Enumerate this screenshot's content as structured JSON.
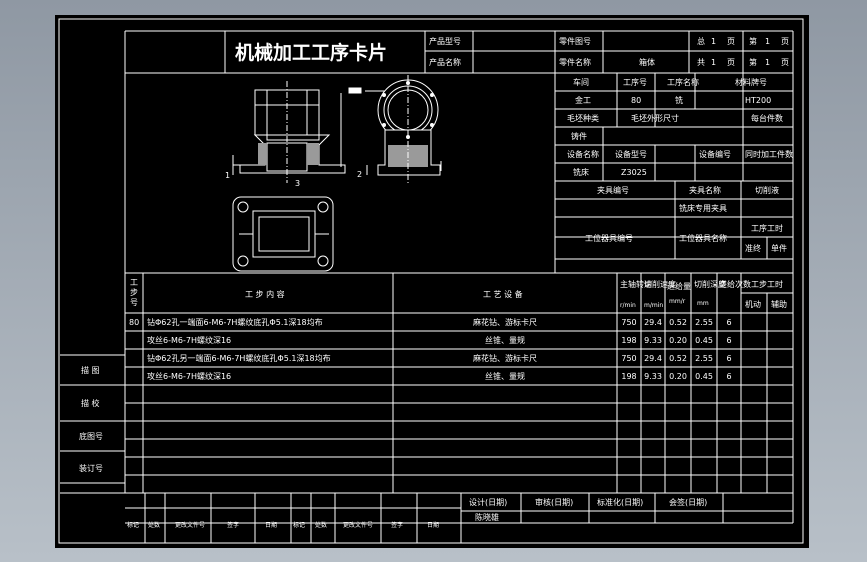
{
  "title": "机械加工工序卡片",
  "header": {
    "product_model_label": "产品型号",
    "product_name_label": "产品名称",
    "part_drawing_no_label": "零件图号",
    "part_name_label": "零件名称",
    "part_name_value": "箱体",
    "total_label": "总",
    "total_value": "1",
    "page_unit": "页",
    "page_no_label": "第",
    "page_no_value": "1",
    "total2_label": "共",
    "total2_value": "1",
    "page_no2_label": "第",
    "page_no2_value": "1"
  },
  "info": {
    "workshop_label": "车间",
    "process_no_label": "工序号",
    "process_name_label": "工序名称",
    "material_label": "材料牌号",
    "workshop_value": "金工",
    "process_no_value": "80",
    "process_name_value": "铣",
    "material_value": "HT200",
    "blank_type_label": "毛坯种类",
    "blank_size_label": "毛坯外形尺寸",
    "per_blank_label": "每台件数",
    "casting_label": "铸件",
    "equip_name_label": "设备名称",
    "equip_model_label": "设备型号",
    "equip_no_label": "设备编号",
    "simultaneous_label": "同时加工件数",
    "equip_name_value": "铣床",
    "equip_model_value": "Z3025",
    "fixture_no_label": "夹具编号",
    "fixture_name_label": "夹具名称",
    "coolant_label": "切削液",
    "fixture_name_value": "铣床专用夹具",
    "station_tool_no_label": "工位器具编号",
    "station_tool_name_label": "工位器具名称",
    "process_time_label": "工序工时",
    "prep_label": "准终",
    "unit_label": "单件"
  },
  "drawing": {
    "label_1": "1",
    "label_2": "2",
    "label_3": "3"
  },
  "steps_header": {
    "step_no": "工步号",
    "content": "工 步 内 容",
    "equipment": "工 艺 设 备",
    "spindle": "主轴转速",
    "spindle_unit": "r/min",
    "cut_speed": "切削速度",
    "cut_speed_unit": "m/min",
    "feed": "进给量",
    "feed_unit": "mm/r",
    "depth": "切削深度",
    "depth_unit": "mm",
    "passes": "进给次数",
    "step_time": "工步工时",
    "machine": "机动",
    "aux": "辅助"
  },
  "steps": [
    {
      "no": "80",
      "content": "钻Φ62孔一端面6-M6-7H螺纹底孔Φ5.1深18均布",
      "equip": "麻花钻、游标卡尺",
      "spindle": "750",
      "speed": "29.4",
      "feed": "0.52",
      "depth": "2.55",
      "passes": "6"
    },
    {
      "no": "",
      "content": "攻丝6-M6-7H螺纹深16",
      "equip": "丝锥、量规",
      "spindle": "198",
      "speed": "9.33",
      "feed": "0.20",
      "depth": "0.45",
      "passes": "6"
    },
    {
      "no": "",
      "content": "钻Φ62孔另一端面6-M6-7H螺纹底孔Φ5.1深18均布",
      "equip": "麻花钻、游标卡尺",
      "spindle": "750",
      "speed": "29.4",
      "feed": "0.52",
      "depth": "2.55",
      "passes": "6"
    },
    {
      "no": "",
      "content": "攻丝6-M6-7H螺纹深16",
      "equip": "丝锥、量规",
      "spindle": "198",
      "speed": "9.33",
      "feed": "0.20",
      "depth": "0.45",
      "passes": "6"
    }
  ],
  "side": {
    "trace": "描 图",
    "check": "描 校",
    "base_no": "底图号",
    "bind_no": "装订号"
  },
  "footer": {
    "design": "设计(日期)",
    "review": "审核(日期)",
    "standard": "标准化(日期)",
    "sign": "会签(日期)",
    "designer": "陈晓雄",
    "mark": "标记",
    "count": "处数",
    "change_doc": "更改文件号",
    "signature": "签字",
    "date": "日期",
    "mark2": "标记",
    "count2": "处数",
    "change_doc2": "更改文件号",
    "signature2": "签字",
    "date2": "日期"
  },
  "colors": {
    "background": "#000000",
    "line": "#ffffff",
    "accent": "#ffff00"
  }
}
